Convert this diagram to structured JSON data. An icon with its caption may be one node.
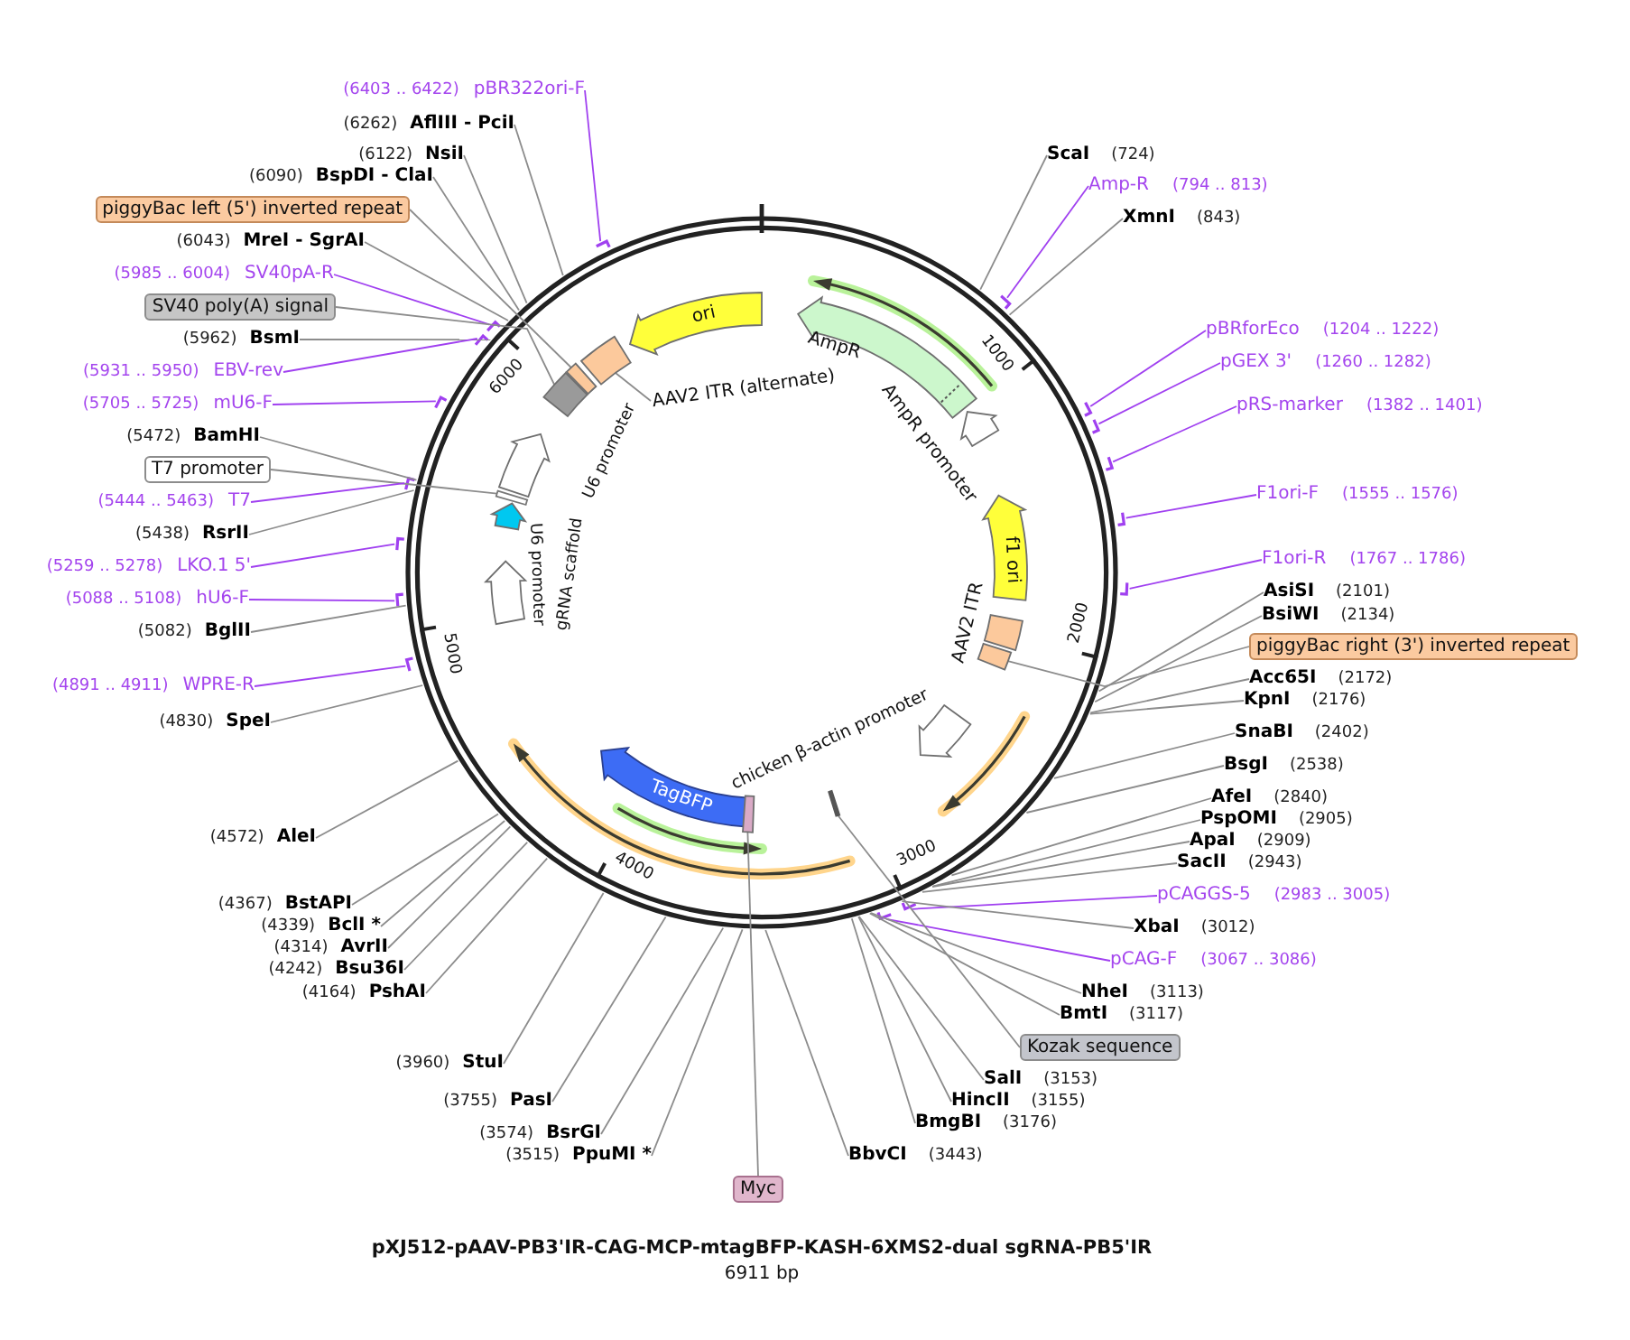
{
  "diagram": {
    "title": "pXJ512-pAAV-PB3'IR-CAG-MCP-mtagBFP-KASH-6XMS2-dual sgRNA-PB5'IR",
    "caption": "6911 bp",
    "nodes": [
      {
        "text": [
          "(6403 .. 6422)",
          "pBR322ori-F"
        ]
      },
      {
        "text": [
          "(6262)",
          "AflIII - PciI"
        ]
      },
      {
        "text": [
          "(6122)",
          "NsiI"
        ]
      },
      {
        "text": [
          "(6090)",
          "BspDI - ClaI"
        ]
      },
      {
        "text": [
          "piggyBac left (5') inverted repeat"
        ]
      },
      {
        "text": [
          "(6043)",
          "MreI - SgrAI"
        ]
      },
      {
        "text": [
          "(5985 .. 6004)",
          "SV40pA-R"
        ]
      },
      {
        "text": [
          "SV40 poly(A) signal"
        ]
      },
      {
        "text": [
          "(5962)",
          "BsmI"
        ]
      },
      {
        "text": [
          "(5931 .. 5950)",
          "EBV-rev"
        ]
      },
      {
        "text": [
          "(5705 .. 5725)",
          "mU6-F"
        ]
      },
      {
        "text": [
          "(5472)",
          "BamHI"
        ]
      },
      {
        "text": [
          "T7 promoter"
        ]
      },
      {
        "text": [
          "(5444 .. 5463)",
          "T7"
        ]
      },
      {
        "text": [
          "(5438)",
          "RsrII"
        ]
      },
      {
        "text": [
          "(5259 .. 5278)",
          "LKO.1 5'"
        ]
      },
      {
        "text": [
          "(5088 .. 5108)",
          "hU6-F"
        ]
      },
      {
        "text": [
          "(5082)",
          "BglII"
        ]
      },
      {
        "text": [
          "(4891 .. 4911)",
          "WPRE-R"
        ]
      },
      {
        "text": [
          "(4830)",
          "SpeI"
        ]
      },
      {
        "text": [
          "(4572)",
          "AleI"
        ]
      },
      {
        "text": [
          "(4367)",
          "BstAPI"
        ]
      },
      {
        "text": [
          "(4339)",
          "BclI *"
        ]
      },
      {
        "text": [
          "(4314)",
          "AvrII"
        ]
      },
      {
        "text": [
          "(4242)",
          "Bsu36I"
        ]
      },
      {
        "text": [
          "(4164)",
          "PshAI"
        ]
      },
      {
        "text": [
          "(3960)",
          "StuI"
        ]
      },
      {
        "text": [
          "(3755)",
          "PasI"
        ]
      },
      {
        "text": [
          "(3574)",
          "BsrGI"
        ]
      },
      {
        "text": [
          "(3515)",
          "PpuMI *"
        ]
      },
      {
        "text": [
          "Myc"
        ]
      },
      {
        "text": [
          "BbvCI",
          "(3443)"
        ]
      },
      {
        "text": [
          "ScaI",
          "(724)"
        ]
      },
      {
        "text": [
          "Amp-R",
          "(794 .. 813)"
        ]
      },
      {
        "text": [
          "XmnI",
          "(843)"
        ]
      },
      {
        "text": [
          "pBRforEco",
          "(1204 .. 1222)"
        ]
      },
      {
        "text": [
          "pGEX 3'",
          "(1260 .. 1282)"
        ]
      },
      {
        "text": [
          "pRS-marker",
          "(1382 .. 1401)"
        ]
      },
      {
        "text": [
          "F1ori-F",
          "(1555 .. 1576)"
        ]
      },
      {
        "text": [
          "F1ori-R",
          "(1767 .. 1786)"
        ]
      },
      {
        "text": [
          "AsiSI",
          "(2101)"
        ]
      },
      {
        "text": [
          "BsiWI",
          "(2134)"
        ]
      },
      {
        "text": [
          "piggyBac right (3') inverted repeat"
        ]
      },
      {
        "text": [
          "Acc65I",
          "(2172)"
        ]
      },
      {
        "text": [
          "KpnI",
          "(2176)"
        ]
      },
      {
        "text": [
          "SnaBI",
          "(2402)"
        ]
      },
      {
        "text": [
          "BsgI",
          "(2538)"
        ]
      },
      {
        "text": [
          "AfeI",
          "(2840)"
        ]
      },
      {
        "text": [
          "PspOMI",
          "(2905)"
        ]
      },
      {
        "text": [
          "ApaI",
          "(2909)"
        ]
      },
      {
        "text": [
          "SacII",
          "(2943)"
        ]
      },
      {
        "text": [
          "pCAGGS-5",
          "(2983 .. 3005)"
        ]
      },
      {
        "text": [
          "XbaI",
          "(3012)"
        ]
      },
      {
        "text": [
          "pCAG-F",
          "(3067 .. 3086)"
        ]
      },
      {
        "text": [
          "NheI",
          "(3113)"
        ]
      },
      {
        "text": [
          "BmtI",
          "(3117)"
        ]
      },
      {
        "text": [
          "Kozak sequence"
        ]
      },
      {
        "text": [
          "SalI",
          "(3153)"
        ]
      },
      {
        "text": [
          "HincII",
          "(3155)"
        ]
      },
      {
        "text": [
          "BmgBI",
          "(3176)"
        ]
      },
      {
        "text": [
          "ori"
        ]
      },
      {
        "text": [
          "AmpR"
        ]
      },
      {
        "text": [
          "AmpR promoter"
        ]
      },
      {
        "text": [
          "f1 ori"
        ]
      },
      {
        "text": [
          "AAV2 ITR"
        ]
      },
      {
        "text": [],
        "shape": "box"
      },
      {
        "text": [
          "chicken β-actin promoter"
        ]
      },
      {
        "text": [
          "TagBFP"
        ]
      },
      {
        "text": [],
        "shape": "box"
      },
      {
        "text": [],
        "shape": "bar"
      },
      {
        "text": [
          "U6 promoter"
        ]
      },
      {
        "text": [
          "gRNA scaffold"
        ]
      },
      {
        "text": [],
        "shape": "bar"
      },
      {
        "text": [
          "U6 promoter"
        ]
      },
      {
        "text": [],
        "shape": "box"
      },
      {
        "text": [],
        "shape": "box"
      },
      {
        "text": [
          "AAV2 ITR (alternate)"
        ]
      },
      {
        "text": [],
        "shape": "box"
      }
    ],
    "edges": [
      {
        "from": 0,
        "to": null,
        "arrow": "none",
        "color": "#a040f0"
      },
      {
        "from": 1,
        "to": null,
        "arrow": "none"
      },
      {
        "from": 2,
        "to": null,
        "arrow": "none"
      },
      {
        "from": 3,
        "to": null,
        "arrow": "none"
      },
      {
        "from": 4,
        "to": 75,
        "arrow": "none"
      },
      {
        "from": 5,
        "to": null,
        "arrow": "none"
      },
      {
        "from": 6,
        "to": null,
        "arrow": "none",
        "color": "#a040f0"
      },
      {
        "from": 7,
        "to": 74,
        "arrow": "none"
      },
      {
        "from": 8,
        "to": null,
        "arrow": "none"
      },
      {
        "from": 9,
        "to": null,
        "arrow": "none",
        "color": "#a040f0"
      },
      {
        "from": 10,
        "to": null,
        "arrow": "none",
        "color": "#a040f0"
      },
      {
        "from": 11,
        "to": null,
        "arrow": "none"
      },
      {
        "from": 12,
        "to": 72,
        "arrow": "none"
      },
      {
        "from": 13,
        "to": null,
        "arrow": "none",
        "color": "#a040f0"
      },
      {
        "from": 14,
        "to": null,
        "arrow": "none"
      },
      {
        "from": 15,
        "to": null,
        "arrow": "none",
        "color": "#a040f0"
      },
      {
        "from": 16,
        "to": null,
        "arrow": "none",
        "color": "#a040f0"
      },
      {
        "from": 17,
        "to": null,
        "arrow": "none"
      },
      {
        "from": 18,
        "to": null,
        "arrow": "none",
        "color": "#a040f0"
      },
      {
        "from": 19,
        "to": null,
        "arrow": "none"
      },
      {
        "from": 20,
        "to": null,
        "arrow": "none"
      },
      {
        "from": 21,
        "to": null,
        "arrow": "none"
      },
      {
        "from": 22,
        "to": null,
        "arrow": "none"
      },
      {
        "from": 23,
        "to": null,
        "arrow": "none"
      },
      {
        "from": 24,
        "to": null,
        "arrow": "none"
      },
      {
        "from": 25,
        "to": null,
        "arrow": "none"
      },
      {
        "from": 26,
        "to": null,
        "arrow": "none"
      },
      {
        "from": 27,
        "to": null,
        "arrow": "none"
      },
      {
        "from": 28,
        "to": null,
        "arrow": "none"
      },
      {
        "from": 29,
        "to": null,
        "arrow": "none"
      },
      {
        "from": 30,
        "to": 68,
        "arrow": "none"
      },
      {
        "from": 31,
        "to": null,
        "arrow": "none"
      },
      {
        "from": 32,
        "to": null,
        "arrow": "none"
      },
      {
        "from": 33,
        "to": null,
        "arrow": "none",
        "color": "#a040f0"
      },
      {
        "from": 34,
        "to": null,
        "arrow": "none"
      },
      {
        "from": 35,
        "to": null,
        "arrow": "none",
        "color": "#a040f0"
      },
      {
        "from": 36,
        "to": null,
        "arrow": "none",
        "color": "#a040f0"
      },
      {
        "from": 37,
        "to": null,
        "arrow": "none",
        "color": "#a040f0"
      },
      {
        "from": 38,
        "to": null,
        "arrow": "none",
        "color": "#a040f0"
      },
      {
        "from": 39,
        "to": null,
        "arrow": "none",
        "color": "#a040f0"
      },
      {
        "from": 40,
        "to": null,
        "arrow": "none"
      },
      {
        "from": 41,
        "to": null,
        "arrow": "none"
      },
      {
        "from": 42,
        "to": 65,
        "arrow": "none"
      },
      {
        "from": 43,
        "to": null,
        "arrow": "none"
      },
      {
        "from": 44,
        "to": null,
        "arrow": "none"
      },
      {
        "from": 45,
        "to": null,
        "arrow": "none"
      },
      {
        "from": 46,
        "to": null,
        "arrow": "none"
      },
      {
        "from": 47,
        "to": null,
        "arrow": "none"
      },
      {
        "from": 48,
        "to": null,
        "arrow": "none"
      },
      {
        "from": 49,
        "to": null,
        "arrow": "none"
      },
      {
        "from": 50,
        "to": null,
        "arrow": "none"
      },
      {
        "from": 51,
        "to": null,
        "arrow": "none",
        "color": "#a040f0"
      },
      {
        "from": 52,
        "to": null,
        "arrow": "none"
      },
      {
        "from": 53,
        "to": null,
        "arrow": "none",
        "color": "#a040f0"
      },
      {
        "from": 54,
        "to": null,
        "arrow": "none"
      },
      {
        "from": 55,
        "to": null,
        "arrow": "none"
      },
      {
        "from": 56,
        "to": 69,
        "arrow": "none"
      },
      {
        "from": 57,
        "to": null,
        "arrow": "none"
      },
      {
        "from": 58,
        "to": null,
        "arrow": "none"
      },
      {
        "from": 59,
        "to": null,
        "arrow": "none"
      },
      {
        "from": 76,
        "to": 77,
        "arrow": "none"
      }
    ],
    "labels": [
      "1000",
      "2000",
      "3000",
      "4000",
      "5000",
      "6000"
    ]
  }
}
